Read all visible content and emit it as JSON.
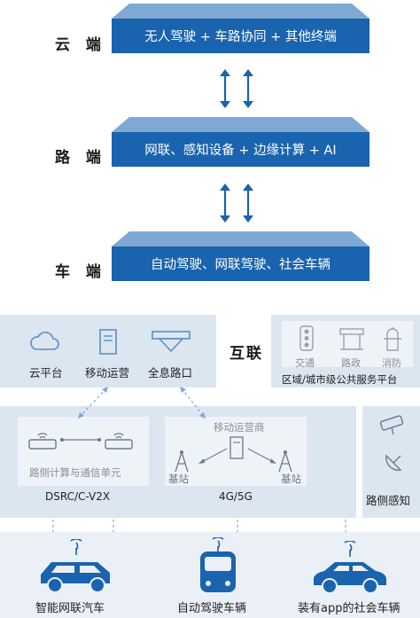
{
  "tiers": [
    {
      "label": "云 端",
      "text": "无人驾驶 + 车路协同 + 其他终端"
    },
    {
      "label": "路 端",
      "text": "网联、感知设备 + 边缘计算 + AI"
    },
    {
      "label": "车 端",
      "text": "自动驾驶、网联驾驶、社会车辆"
    }
  ],
  "cloud_panel": {
    "items": [
      "云平台",
      "移动运营",
      "全息路口"
    ]
  },
  "interconnect": {
    "label": "互联"
  },
  "public_panel": {
    "items": [
      "交通",
      "路政",
      "消防"
    ],
    "caption": "区域/城市级公共服务平台"
  },
  "road_panel": {
    "unit_caption": "路侧计算与通信单元",
    "dsrc_label": "DSRC/C-V2X",
    "operator_label": "移动运营商",
    "station_left": "基站",
    "station_right": "基站",
    "network_label": "4G/5G"
  },
  "sensing_panel": {
    "label": "路侧感知"
  },
  "vehicles": [
    "智能网联汽车",
    "自动驾驶车辆",
    "装有app的社会车辆"
  ],
  "colors": {
    "tier_front": "#1a63ae",
    "tier_top": "#7fa8d4",
    "panel": "#dce6f1",
    "arrow": "#1a63ae"
  }
}
